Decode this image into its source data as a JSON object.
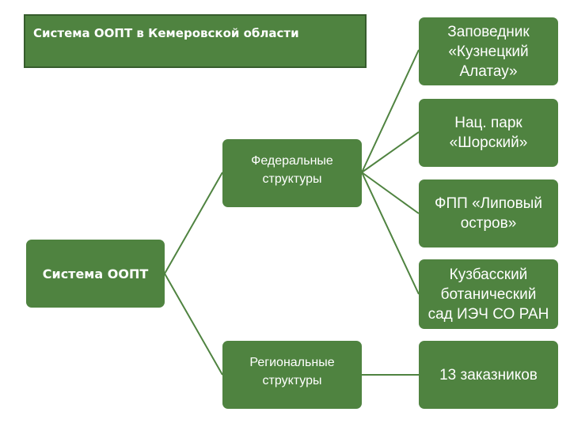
{
  "title": "Система ООПТ в Кемеровской области",
  "root": {
    "label": "Система ООПТ"
  },
  "federal": {
    "label": "Федеральные\nструктуры"
  },
  "regional": {
    "label": "Региональные\nструктуры"
  },
  "federal_children": [
    {
      "label": "Заповедник\n«Кузнецкий\nАлатау»"
    },
    {
      "label": "Нац. парк\n«Шорский»"
    },
    {
      "label": "ФПП «Липовый\nостров»"
    },
    {
      "label": "Кузбасский\nботанический\nсад ИЭЧ СО РАН"
    }
  ],
  "regional_children": [
    {
      "label": "13 заказников"
    }
  ],
  "colors": {
    "box_fill": "#4f8340",
    "title_border": "#365c2c",
    "connector": "#4f8340",
    "text": "#ffffff"
  }
}
